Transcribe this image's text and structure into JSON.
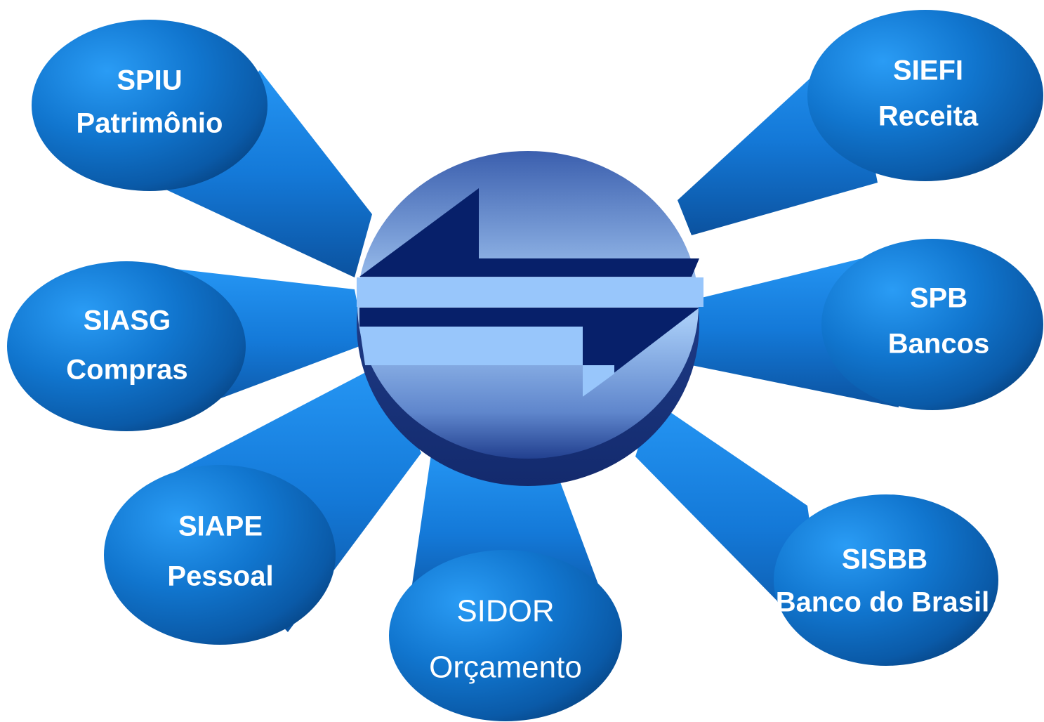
{
  "hub": {
    "icon": "exchange-arrows-icon"
  },
  "nodes": [
    {
      "id": "spiu",
      "system": "SPIU",
      "label": "Patrimônio"
    },
    {
      "id": "siefi",
      "system": "SIEFI",
      "label": "Receita"
    },
    {
      "id": "siasg",
      "system": "SIASG",
      "label": "Compras"
    },
    {
      "id": "spb",
      "system": "SPB",
      "label": "Bancos"
    },
    {
      "id": "siape",
      "system": "SIAPE",
      "label": "Pessoal"
    },
    {
      "id": "sidor",
      "system": "SIDOR",
      "label": "Orçamento"
    },
    {
      "id": "sisbb",
      "system": "SISBB",
      "label": "Banco do Brasil"
    }
  ],
  "colors": {
    "node_light": "#1e90ee",
    "node_dark": "#073c7c",
    "spoke_light": "#1a8ef0",
    "spoke_dark": "#0a4f9c",
    "hub_light": "#9fc6f2",
    "hub_dark": "#1f3f92",
    "arrow_dark": "#07206a",
    "band_light": "#98c6fb"
  }
}
